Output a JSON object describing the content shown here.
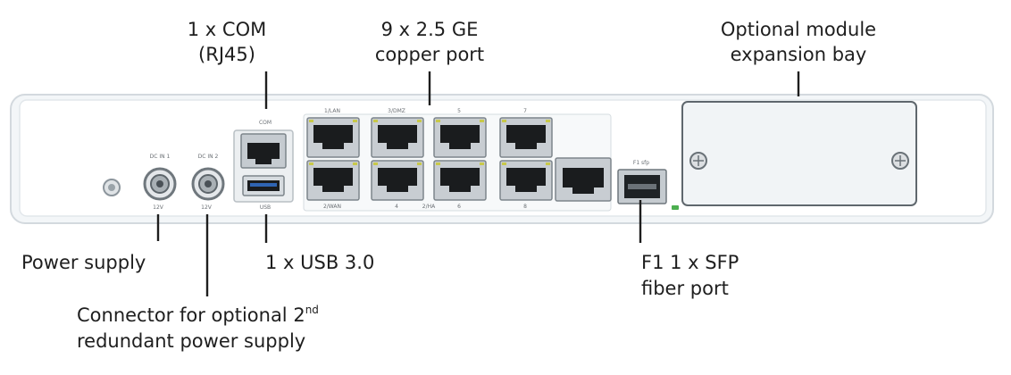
{
  "callouts": {
    "com_line1": "1 x COM",
    "com_line2": "(RJ45)",
    "copper_line1": "9 x 2.5 GE",
    "copper_line2": "copper port",
    "bay_line1": "Optional module",
    "bay_line2": "expansion bay",
    "power": "Power supply",
    "usb": "1 x USB 3.0",
    "sfp_line1": "F1 1 x SFP",
    "sfp_line2": "fiber port",
    "redundant_line1_text": "Connector for optional 2",
    "redundant_line1_sup": "nd",
    "redundant_line2": "redundant power supply"
  },
  "panel_labels": {
    "dc_in_1": "DC IN 1",
    "dc_in_2": "DC IN 2",
    "volt_1": "12V",
    "volt_2": "12V",
    "com": "COM",
    "usb": "USB",
    "port_1": "1/LAN",
    "port_3": "3/DMZ",
    "port_5": "5",
    "port_7": "7",
    "port_2": "2/WAN",
    "port_4": "4",
    "port_ha": "2/HA",
    "port_6": "6",
    "port_8": "8",
    "sfp": "F1 sfp"
  },
  "colors": {
    "chassis": "#eef2f6",
    "chassis_edge": "#cfd6dc",
    "port_body": "#c8cdd2",
    "port_led": "#c8c84a",
    "status_led": "#4caf50"
  }
}
